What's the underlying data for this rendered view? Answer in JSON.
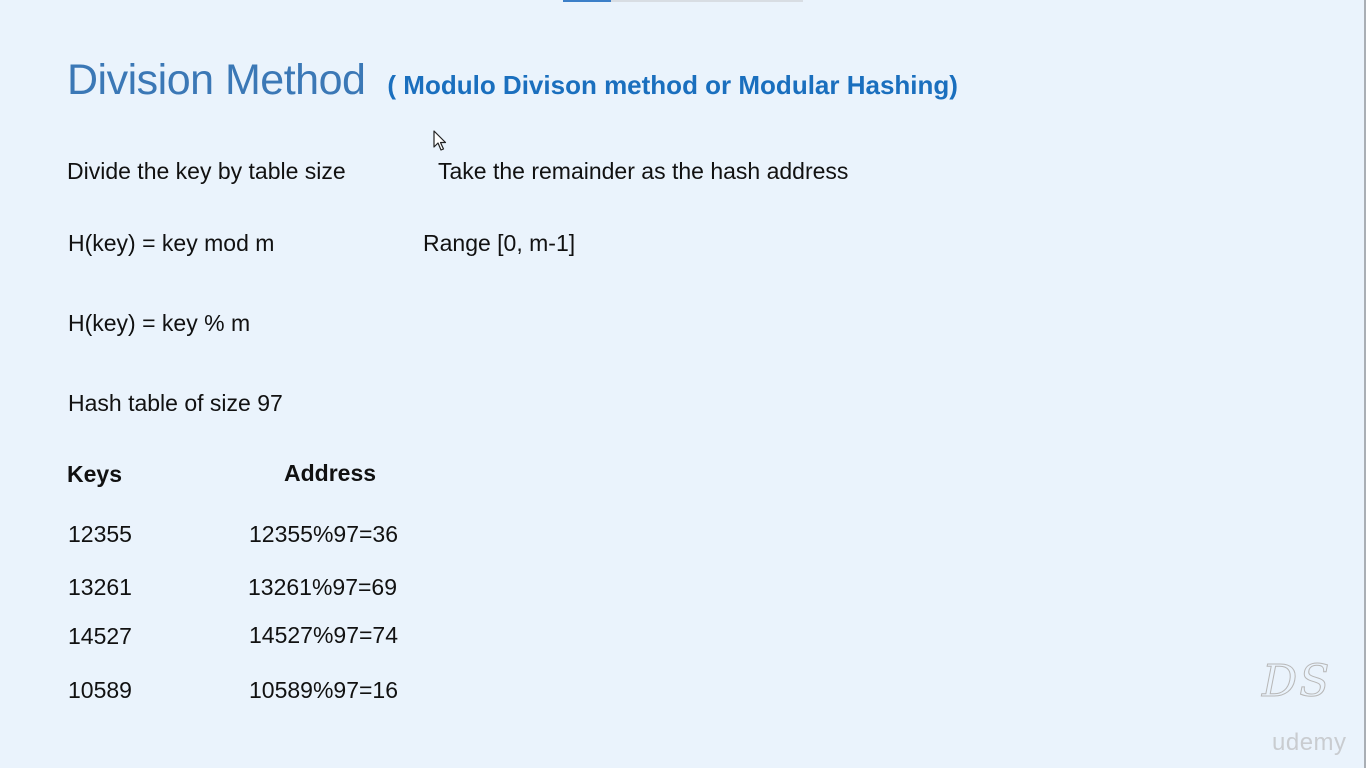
{
  "slide": {
    "title": "Division Method",
    "subtitle": "( Modulo Divison method or Modular Hashing)",
    "line1_left": "Divide the key by table size",
    "line1_right": "Take the remainder as the hash address",
    "formula1": "H(key) = key mod  m",
    "range": "Range [0, m-1]",
    "formula2": "H(key) = key % m",
    "table_size": "Hash table of size 97",
    "table": {
      "headers": [
        "Keys",
        "Address"
      ],
      "rows": [
        {
          "key": "12355",
          "address": "12355%97=36"
        },
        {
          "key": "13261",
          "address": "13261%97=69"
        },
        {
          "key": "14527",
          "address": "14527%97=74"
        },
        {
          "key": "10589",
          "address": "10589%97=16"
        }
      ]
    }
  },
  "branding": {
    "logo": "DS",
    "watermark": "udemy"
  },
  "icons": {
    "cursor": "mouse-pointer-icon"
  },
  "colors": {
    "background": "#eaf3fc",
    "title": "#3b78b6",
    "subtitle": "#1a6fbe",
    "text": "#111111"
  }
}
